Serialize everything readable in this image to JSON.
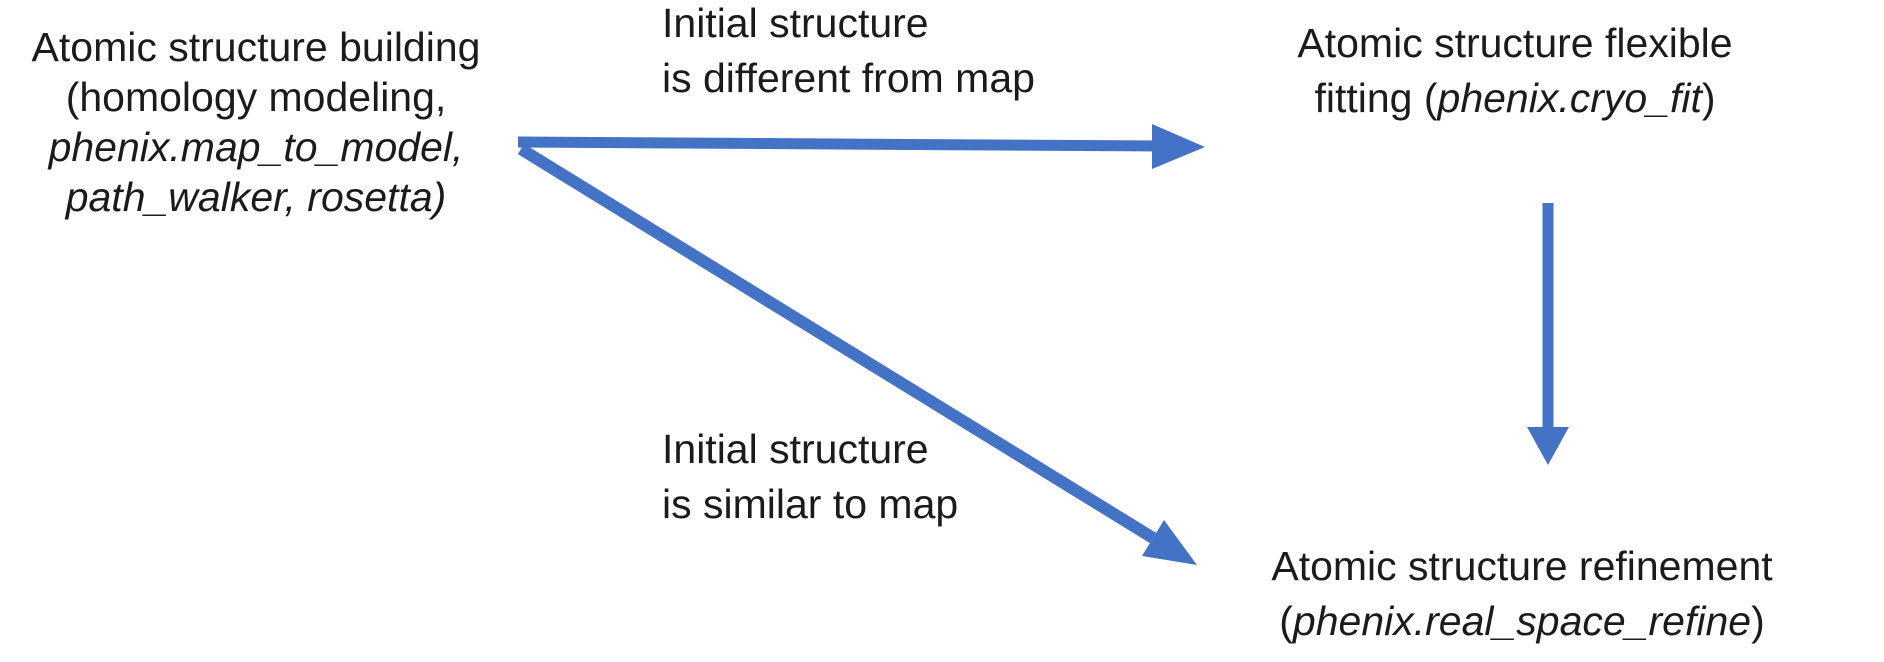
{
  "colors": {
    "arrow": "#4472C4",
    "text": "#1b1b1b",
    "background": "#ffffff"
  },
  "diagram": {
    "build_block": {
      "line1": "Atomic structure building",
      "line2": "(homology modeling,",
      "line3_italic": "phenix.map_to_model,",
      "line4_italic": "path_walker, rosetta)"
    },
    "condition_different": {
      "line1": "Initial structure",
      "line2": "is different from map"
    },
    "condition_similar": {
      "line1": "Initial structure",
      "line2": "is similar to map"
    },
    "fitting_block": {
      "line1": "Atomic structure flexible",
      "line2_prefix": "fitting (",
      "line2_italic": "phenix.cryo_fit",
      "line2_suffix": ")"
    },
    "refinement_block": {
      "line1": "Atomic structure refinement",
      "line2_prefix": "(",
      "line2_italic": "phenix.real_space_refine",
      "line2_suffix": ")"
    }
  }
}
